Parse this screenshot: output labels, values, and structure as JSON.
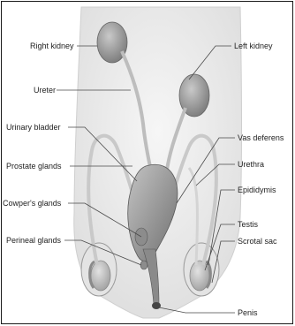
{
  "diagram": {
    "labels_left": {
      "right_kidney": "Right kidney",
      "ureter": "Ureter",
      "urinary_bladder": "Urinary bladder",
      "prostate_glands": "Prostate glands",
      "cowpers_glands": "Cowper's glands",
      "perineal_glands": "Perineal glands"
    },
    "labels_right": {
      "left_kidney": "Left kidney",
      "vas_deferens": "Vas deferens",
      "urethra": "Urethra",
      "epididymis": "Epididymis",
      "testis": "Testis",
      "scrotal_sac": "Scrotal sac",
      "penis": "Penis"
    },
    "colors": {
      "body_fill": "#e9e9e9",
      "organ_fill": "#9c9c9c",
      "duct": "#bdbdbd",
      "outline": "#777777"
    }
  }
}
